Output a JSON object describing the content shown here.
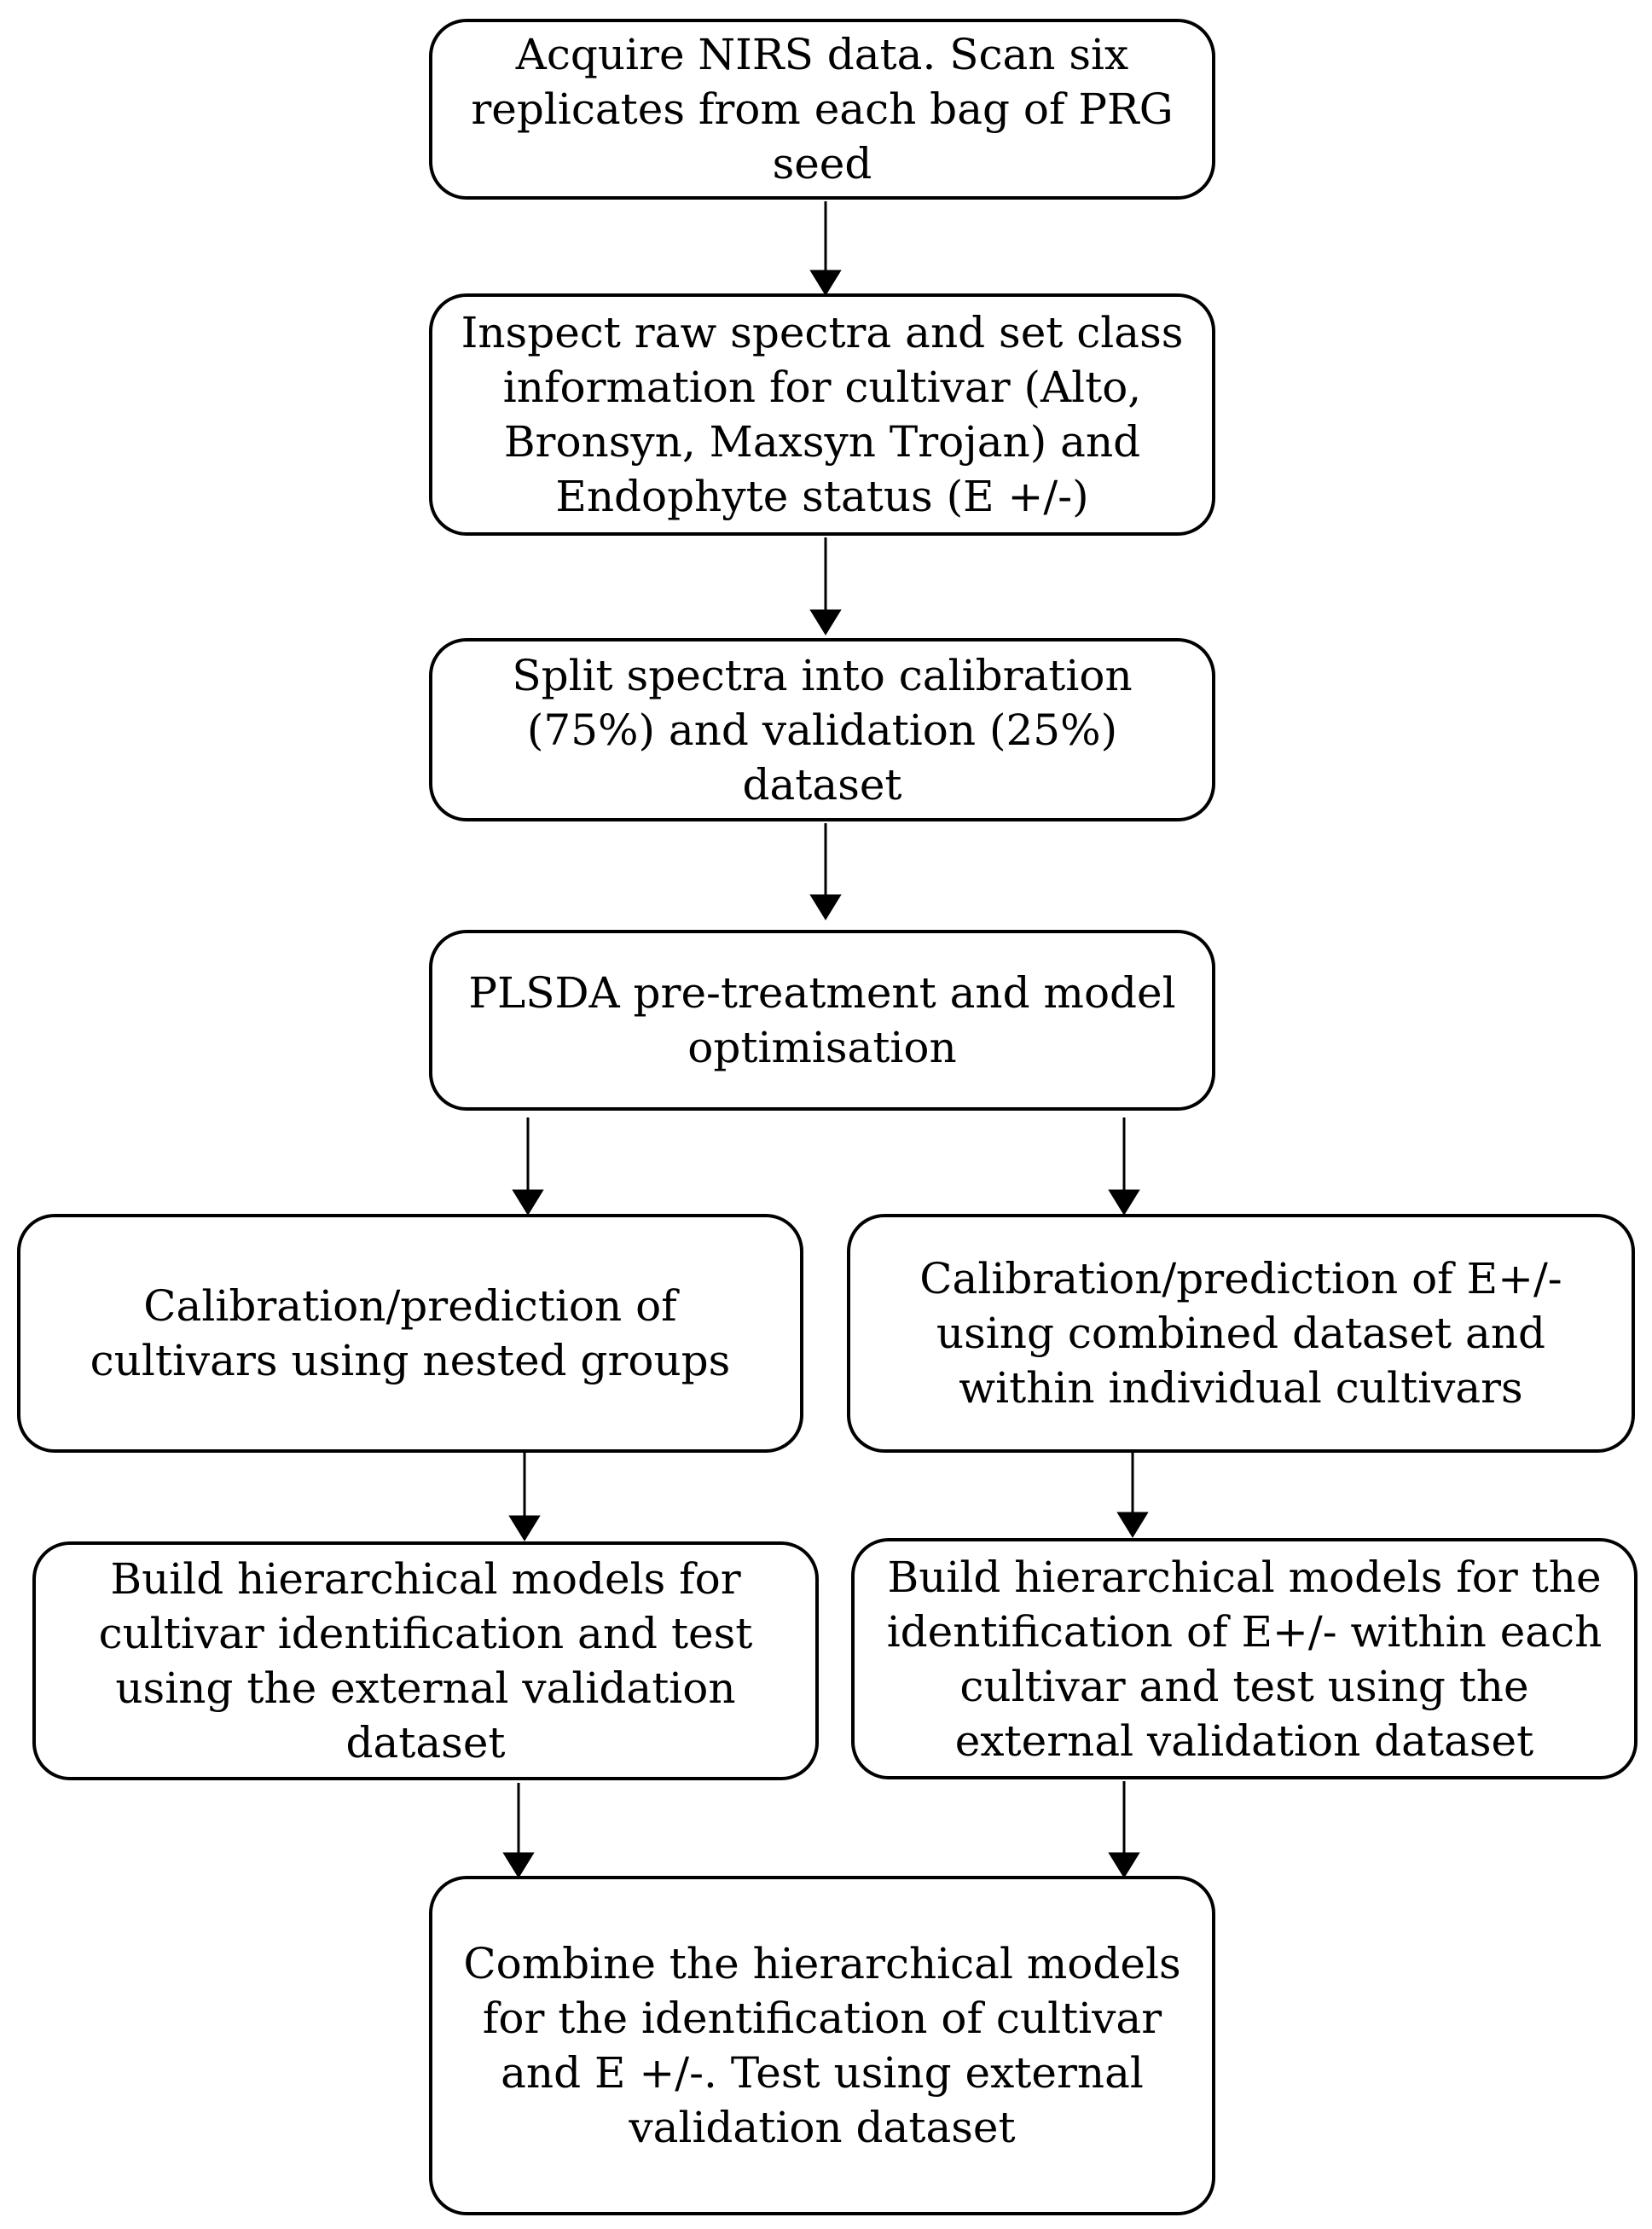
{
  "steps": {
    "acquire": {
      "lines": [
        "Acquire NIRS data. Scan six",
        "replicates from each bag of PRG",
        "seed"
      ]
    },
    "inspect": {
      "lines": [
        "Inspect raw spectra and set class",
        "information for cultivar (Alto,",
        "Bronsyn, Maxsyn Trojan) and",
        "Endophyte status (E +/-)"
      ]
    },
    "split": {
      "lines": [
        "Split spectra into calibration",
        "(75%) and validation (25%)",
        "dataset"
      ]
    },
    "plsda": {
      "lines": [
        "PLSDA pre-treatment and model",
        "optimisation"
      ]
    },
    "cultivar_calibration": {
      "lines": [
        "Calibration/prediction of",
        "cultivars using nested groups"
      ]
    },
    "endophyte_calibration": {
      "lines": [
        "Calibration/prediction of E+/-",
        "using combined dataset and",
        "within individual  cultivars"
      ]
    },
    "cultivar_models": {
      "lines": [
        "Build hierarchical models for",
        "cultivar identification and test",
        "using the external validation",
        "dataset"
      ]
    },
    "endophyte_models": {
      "lines": [
        "Build hierarchical models for the",
        "identification of E+/- within each",
        "cultivar and test using the",
        "external validation dataset"
      ]
    },
    "combine": {
      "lines": [
        "Combine the hierarchical models",
        "for the identification of cultivar",
        "and E +/-. Test using external",
        "validation dataset"
      ]
    }
  }
}
